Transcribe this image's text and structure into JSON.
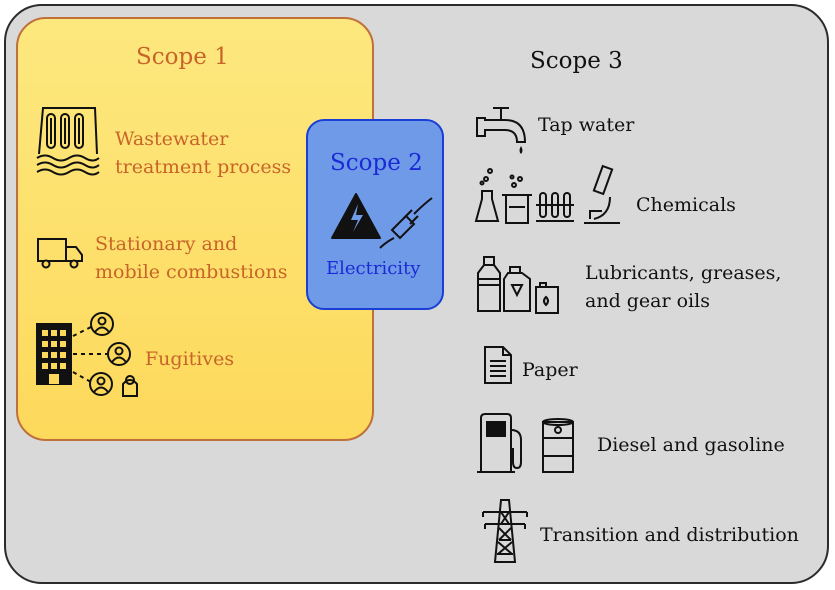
{
  "scope1": {
    "title": "Scope 1",
    "items": [
      {
        "line1": "Wastewater",
        "line2": "treatment process",
        "icon": "dam-icon"
      },
      {
        "line1": "Stationary and",
        "line2": "mobile combustions",
        "icon": "truck-icon"
      },
      {
        "line1": "Fugitives",
        "icon": "building-people-icon"
      }
    ]
  },
  "scope2": {
    "title": "Scope 2",
    "items": [
      {
        "label": "Electricity",
        "icon": "high-voltage-plug-icon"
      }
    ]
  },
  "scope3": {
    "title": "Scope 3",
    "items": [
      {
        "line1": "Tap water",
        "icon": "faucet-icon"
      },
      {
        "line1": "Chemicals",
        "icon": "lab-glassware-icon"
      },
      {
        "line1": "Lubricants, greases,",
        "line2": "and gear oils",
        "icon": "oil-bottles-icon"
      },
      {
        "line1": "Paper",
        "icon": "document-icon"
      },
      {
        "line1": "Diesel and gasoline",
        "icon": "fuel-pump-barrel-icon"
      },
      {
        "line1": "Transition and distribution",
        "icon": "power-tower-icon"
      }
    ]
  },
  "colors": {
    "scope1_fill": "#fdd95b",
    "scope1_border": "#c0703a",
    "scope1_text": "#c8642a",
    "scope2_fill": "#6f9ae8",
    "scope2_border": "#1a3fd6",
    "scope2_text": "#1a2bd6",
    "background": "#d9d9d9"
  }
}
